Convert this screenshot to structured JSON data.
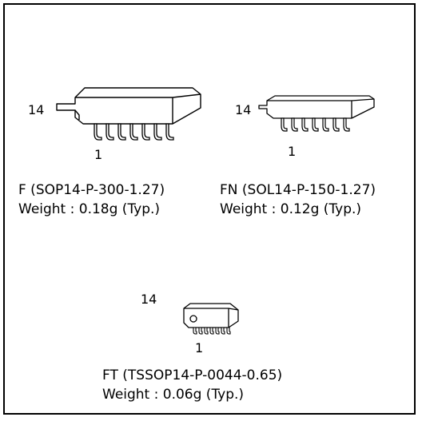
{
  "packages": [
    {
      "pin_high": "14",
      "pin_low": "1",
      "name": "F (SOP14-P-300-1.27)",
      "weight": "Weight : 0.18g (Typ.)"
    },
    {
      "pin_high": "14",
      "pin_low": "1",
      "name": "FN (SOL14-P-150-1.27)",
      "weight": "Weight : 0.12g (Typ.)"
    },
    {
      "pin_high": "14",
      "pin_low": "1",
      "name": "FT (TSSOP14-P-0044-0.65)",
      "weight": "Weight : 0.06g (Typ.)"
    }
  ]
}
